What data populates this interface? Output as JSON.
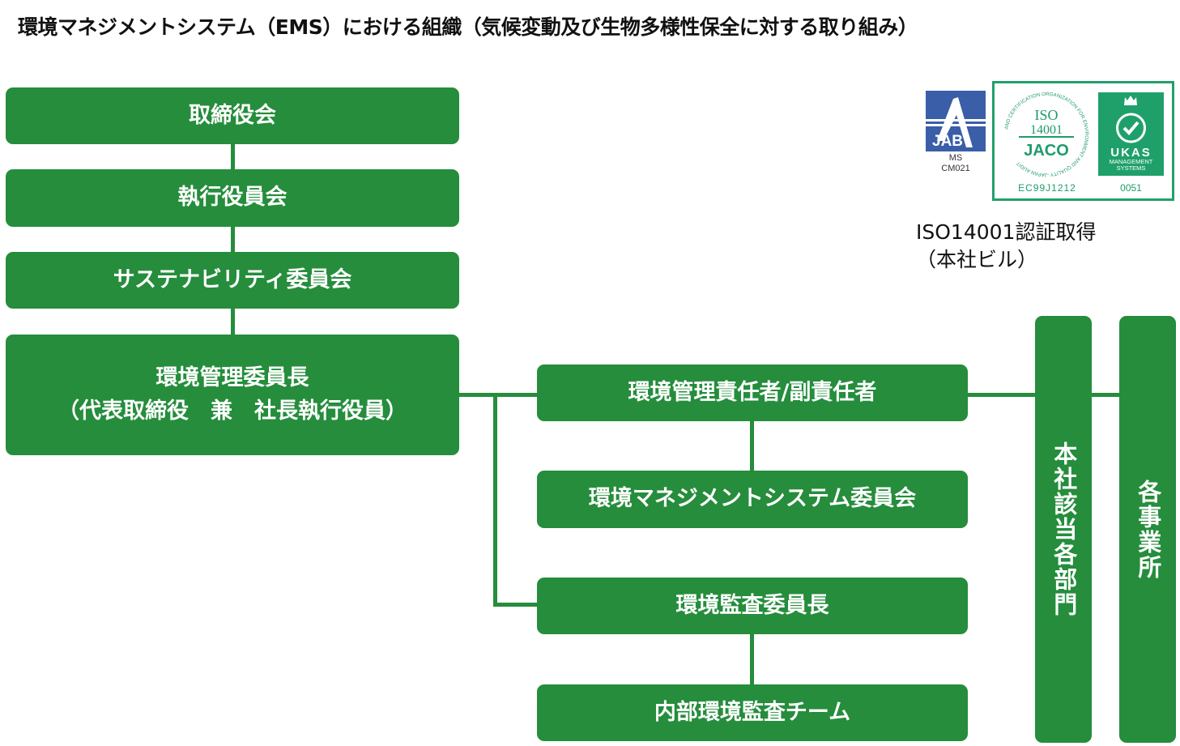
{
  "title": "環境マネジメントシステム（EMS）における組織（気候変動及び生物多様性保全に対する取り組み）",
  "colors": {
    "box_fill": "#258d3c",
    "box_text": "#ffffff",
    "jab_blue": "#3a5ea8",
    "cert_green": "#22a06b"
  },
  "left_column": [
    {
      "label": "取締役会"
    },
    {
      "label": "執行役員会"
    },
    {
      "label": "サステナビリティ委員会"
    },
    {
      "label_line1": "環境管理委員長",
      "label_line2": "（代表取締役　兼　社長執行役員）"
    }
  ],
  "middle_column": [
    {
      "label": "環境管理責任者/副責任者"
    },
    {
      "label": "環境マネジメントシステム委員会"
    },
    {
      "label": "環境監査委員長"
    },
    {
      "label": "内部環境監査チーム"
    }
  ],
  "right_columns": [
    {
      "label": "本社該当各部門"
    },
    {
      "label": "各事業所"
    }
  ],
  "certification": {
    "jab": {
      "mark": "JAB",
      "line1": "MS",
      "line2": "CM021"
    },
    "jaco": {
      "standard_line1": "ISO",
      "standard_line2": "14001",
      "mark": "JACO",
      "ring_text": "AND CERTIFICATION ORGANIZATION FOR ENVIRONMENT AND QUALITY -JAPAN AUDIT",
      "number": "EC99J1212"
    },
    "ukas": {
      "name": "UKAS",
      "sub": "MANAGEMENT\nSYSTEMS",
      "number": "0051"
    },
    "caption": "ISO14001認証取得\n（本社ビル）"
  }
}
